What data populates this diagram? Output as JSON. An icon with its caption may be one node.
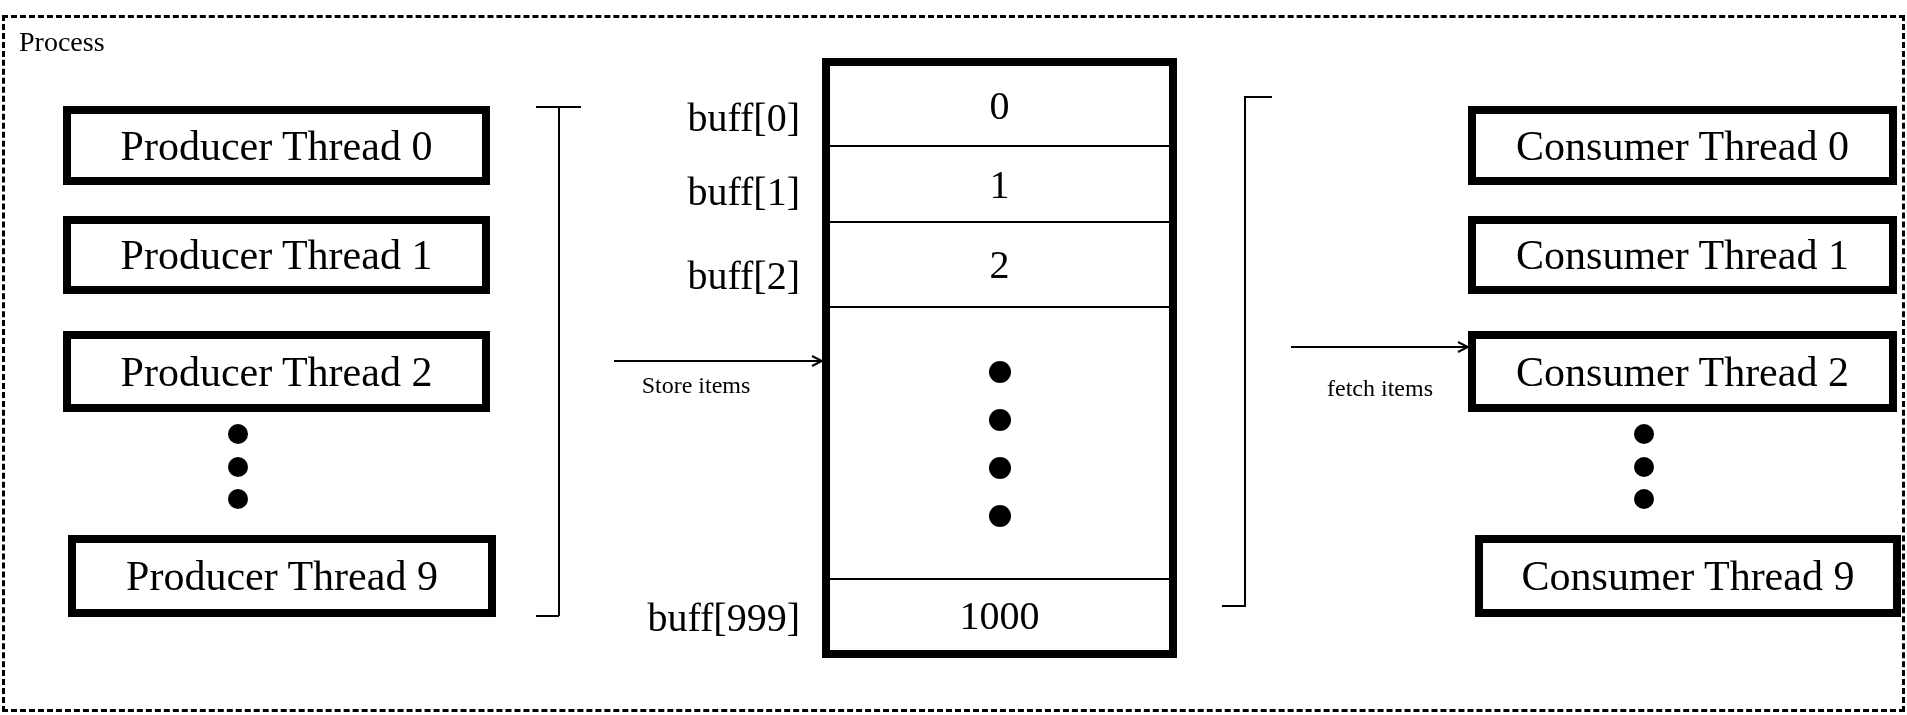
{
  "diagram": {
    "nodes": [
      {
        "text": [
          "Process"
        ]
      },
      {
        "text": [
          "Producer Thread 0"
        ],
        "in": 0
      },
      {
        "text": [
          "Producer Thread 1"
        ],
        "in": 0
      },
      {
        "text": [
          "Producer Thread 2"
        ],
        "in": 0
      },
      {
        "text": [
          "Producer Thread 9"
        ],
        "in": 0
      },
      {
        "text": [],
        "shape": "box",
        "in": 0
      },
      {
        "text": [
          "0"
        ],
        "in": 5
      },
      {
        "text": [
          "1"
        ],
        "in": 5
      },
      {
        "text": [
          "2"
        ],
        "in": 5
      },
      {
        "text": [],
        "shape": "box",
        "in": 5
      },
      {
        "text": [
          "1000"
        ],
        "in": 5
      },
      {
        "text": [
          "Consumer Thread 0"
        ],
        "in": 0
      },
      {
        "text": [
          "Consumer Thread 1"
        ],
        "in": 0
      },
      {
        "text": [
          "Consumer Thread 2"
        ],
        "in": 0
      },
      {
        "text": [
          "Consumer Thread 9"
        ],
        "in": 0
      }
    ],
    "edges": [
      {
        "from": null,
        "to": 5,
        "arrow": "to",
        "label": "Store items"
      },
      {
        "from": null,
        "to": 13,
        "arrow": "to",
        "label": "fetch items"
      }
    ],
    "labels": [
      "buff[0]",
      "buff[1]",
      "buff[2]",
      "buff[999]"
    ]
  }
}
